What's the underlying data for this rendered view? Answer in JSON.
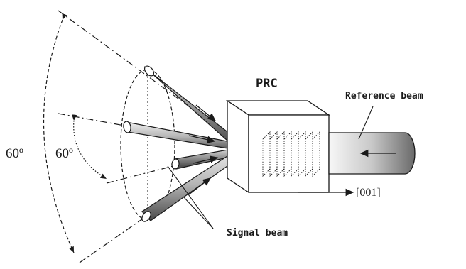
{
  "labels": {
    "prc": "PRC",
    "reference_beam": "Reference beam",
    "signal_beam": "Signal beam",
    "crystal_axis": "[001]",
    "outer_angle": "60º",
    "inner_angle": "60º"
  },
  "colors": {
    "line": "#1a1a1a",
    "beam_light": "#f2f2f2",
    "beam_mid": "#a9a9a9",
    "beam_dark": "#4a4a4a",
    "background": "#ffffff"
  }
}
